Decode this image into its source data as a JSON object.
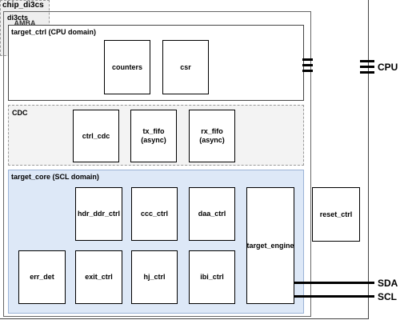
{
  "chip": {
    "title": "chip_di3cs"
  },
  "di3cts": {
    "title": "di3cts"
  },
  "target_ctrl": {
    "title": "target_ctrl (CPU domain)",
    "blocks": [
      "counters",
      "csr"
    ]
  },
  "amba": {
    "label": "AMBA\nwrapper"
  },
  "cdc": {
    "title": "CDC",
    "blocks": [
      "ctrl_cdc",
      "tx_fifo\n(async)",
      "rx_fifo\n(async)"
    ]
  },
  "target_core": {
    "title": "target_core (SCL domain)",
    "row1": [
      "hdr_ddr_ctrl",
      "ccc_ctrl",
      "daa_ctrl"
    ],
    "row2": [
      "err_det",
      "exit_ctrl",
      "hj_ctrl",
      "ibi_ctrl"
    ],
    "engine": "target_engine"
  },
  "reset_ctrl": {
    "label": "reset_ctrl"
  },
  "pins": {
    "cpu": "CPU",
    "sda": "SDA",
    "scl": "SCL"
  },
  "colors": {
    "target_core_fill": "#dde8f7",
    "target_core_border": "#9bb3d6",
    "cdc_fill": "#f3f3f3",
    "amba_fill": "#eeeeee"
  }
}
